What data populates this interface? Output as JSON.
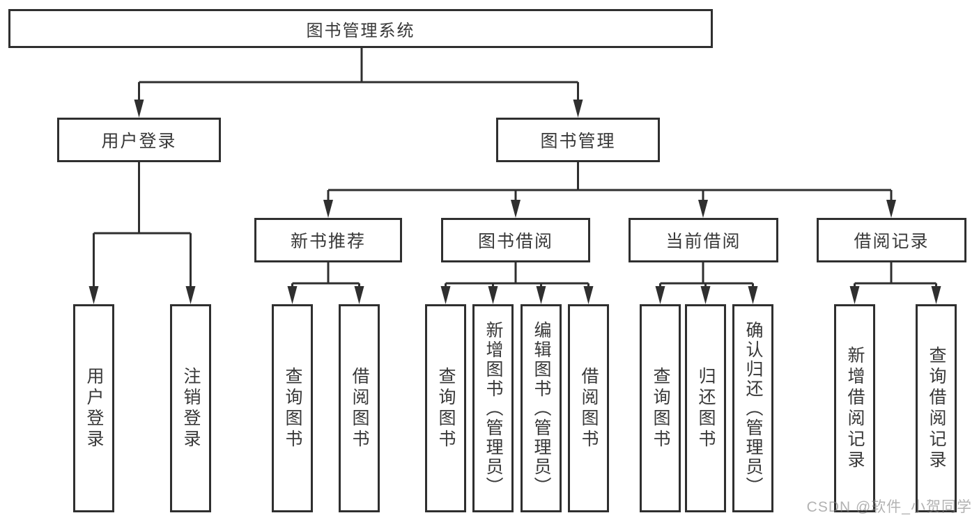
{
  "diagram": {
    "type": "hierarchy-tree",
    "tree": {
      "root": {
        "label": "图书管理系统"
      },
      "branches": [
        {
          "label": "用户登录",
          "children": [
            {
              "label": "用户登录"
            },
            {
              "label": "注销登录"
            }
          ]
        },
        {
          "label": "图书管理",
          "children": [
            {
              "label": "新书推荐",
              "children": [
                {
                  "label": "查询图书"
                },
                {
                  "label": "借阅图书"
                }
              ]
            },
            {
              "label": "图书借阅",
              "children": [
                {
                  "label": "查询图书"
                },
                {
                  "label": "新增图书（管理员）"
                },
                {
                  "label": "编辑图书（管理员）"
                },
                {
                  "label": "借阅图书"
                }
              ]
            },
            {
              "label": "当前借阅",
              "children": [
                {
                  "label": "查询图书"
                },
                {
                  "label": "归还图书"
                },
                {
                  "label": "确认归还（管理员）"
                }
              ]
            },
            {
              "label": "借阅记录",
              "children": [
                {
                  "label": "新增借阅记录"
                },
                {
                  "label": "查询借阅记录"
                }
              ]
            }
          ]
        }
      ]
    },
    "watermark": {
      "text": "CSDN @软件_小贺同学"
    },
    "colors": {
      "background": "#ffffff",
      "line": "#2f2f2f",
      "box_border": "#2f2f2f",
      "text": "#383838",
      "watermark": "#828282"
    }
  }
}
